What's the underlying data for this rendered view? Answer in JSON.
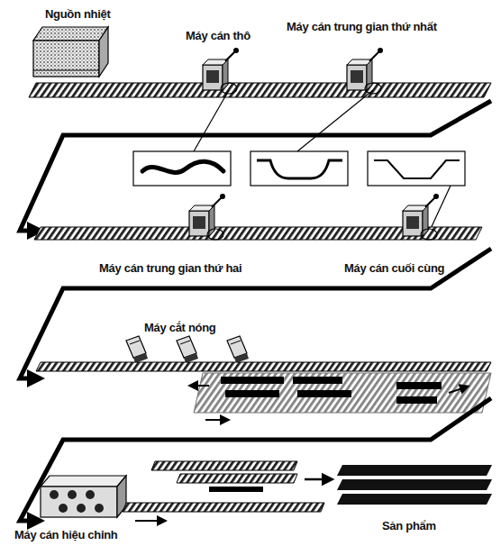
{
  "diagram": {
    "labels": [
      "Nguồn nhiệt",
      "Máy cán thô",
      "Máy cán trung gian thứ nhất",
      "Máy cán trung gian thứ hai",
      "Máy cán cuối cùng",
      "Máy cắt nóng",
      "Máy cán hiệu chỉnh",
      "Sản phẩm"
    ]
  }
}
